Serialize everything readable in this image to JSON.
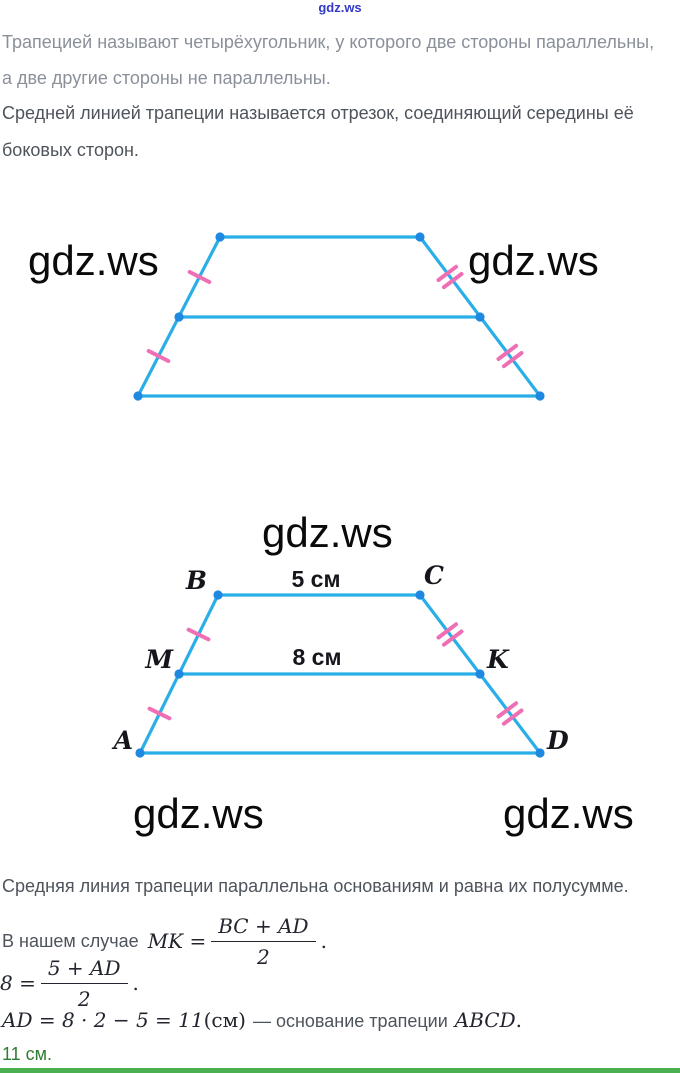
{
  "watermark": {
    "small": "gdz.ws",
    "large": "gdz.ws"
  },
  "intro": {
    "lines": [
      "Трапецией называют четырёхугольник, у которого две стороны параллельны,",
      "а две другие стороны не параллельны.",
      "Средней линией трапеции называется отрезок, соединяющий середины её",
      "боковых сторон."
    ]
  },
  "diagram": {
    "vertex_labels": {
      "b": "B",
      "c": "C",
      "m": "M",
      "k": "K",
      "a": "A",
      "d": "D"
    },
    "top_base_length": "5 см",
    "midline_length": "8 см"
  },
  "solution": {
    "statement": "Средняя линия трапеции параллельна основаниям и равна их полусумме.",
    "case_prefix": "В нашем случае",
    "formula1": {
      "lhs": "MK =",
      "numerator": "BC + AD",
      "denominator": "2",
      "period": "."
    },
    "formula2": {
      "lhs": "8 =",
      "numerator": "5 + AD",
      "denominator": "2",
      "period": "."
    },
    "formula3": {
      "math1": "AD = 8 · 2 − 5 = 11",
      "unit": "(см)",
      "dash_text": "— основание трапеции",
      "math2": "ABCD",
      "period": "."
    },
    "answer": "11 см."
  },
  "colors": {
    "line": "#2aaee8",
    "dot": "#1f88e0",
    "tick": "#ef6fb5",
    "label_dark": "#15161c",
    "text_light": "#8a909a",
    "text_dark": "#4e545c",
    "math_dark": "#22252e",
    "answer_green": "#2e7d32",
    "divider_green": "#4caf50",
    "watermark_blue": "#3238c8",
    "watermark_black": "#0a0a0a"
  }
}
